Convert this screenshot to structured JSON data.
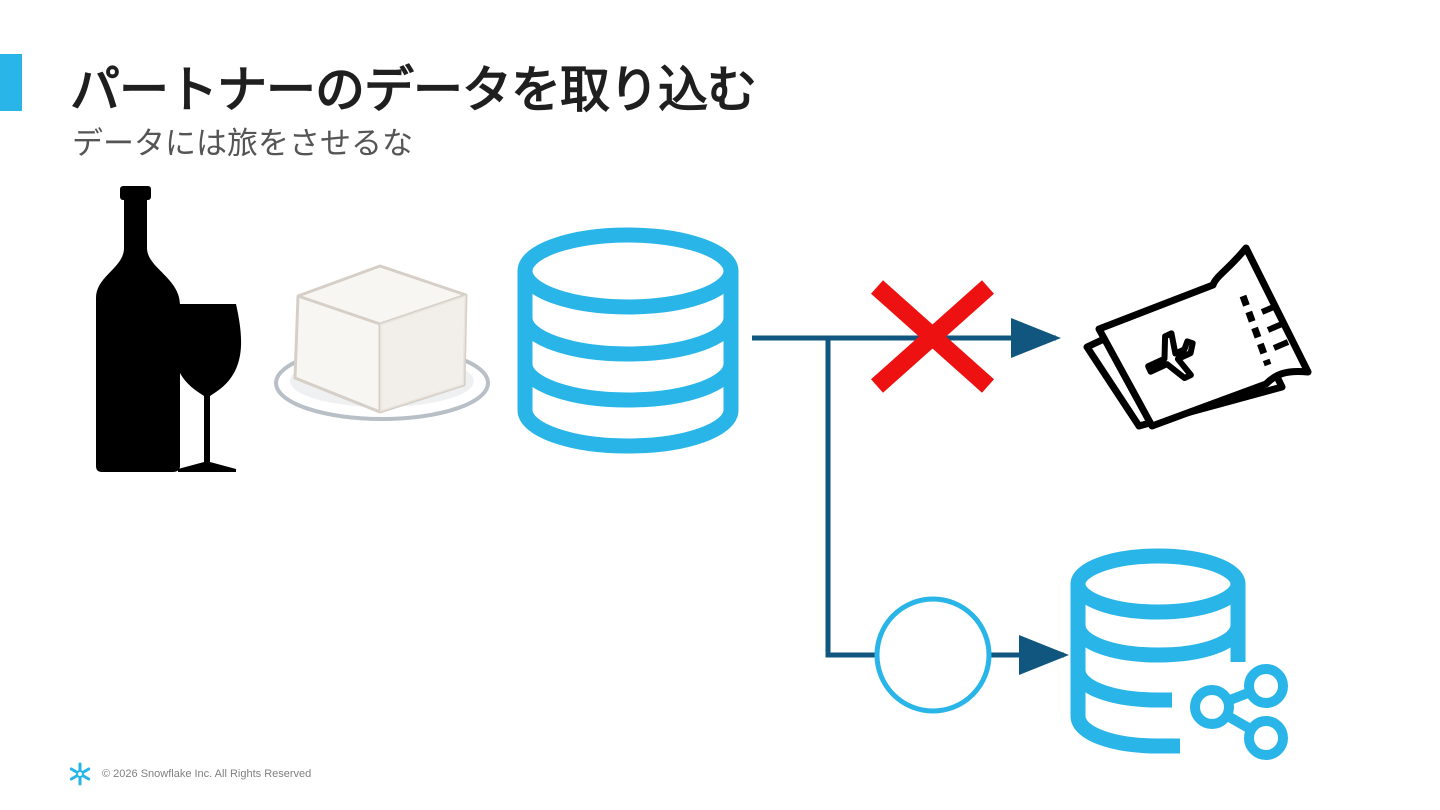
{
  "slide": {
    "title": "パートナーのデータを取り込む",
    "subtitle": "データには旅をさせるな"
  },
  "footer": {
    "copyright": "© 2026 Snowflake Inc. All Rights Reserved"
  },
  "icons": {
    "wine": "wine-bottle-and-glass-icon",
    "tofu": "tofu-on-plate-icon",
    "source_db": "database-icon",
    "blocked": "red-cross-icon",
    "ticket": "plane-ticket-icon",
    "ok": "circle-icon",
    "shared_db": "shared-database-icon",
    "logo": "snowflake-logo-icon"
  },
  "colors": {
    "accent": "#29B5E8",
    "arrow": "#11567F",
    "cross": "#EE1111",
    "icon_black": "#000000"
  }
}
